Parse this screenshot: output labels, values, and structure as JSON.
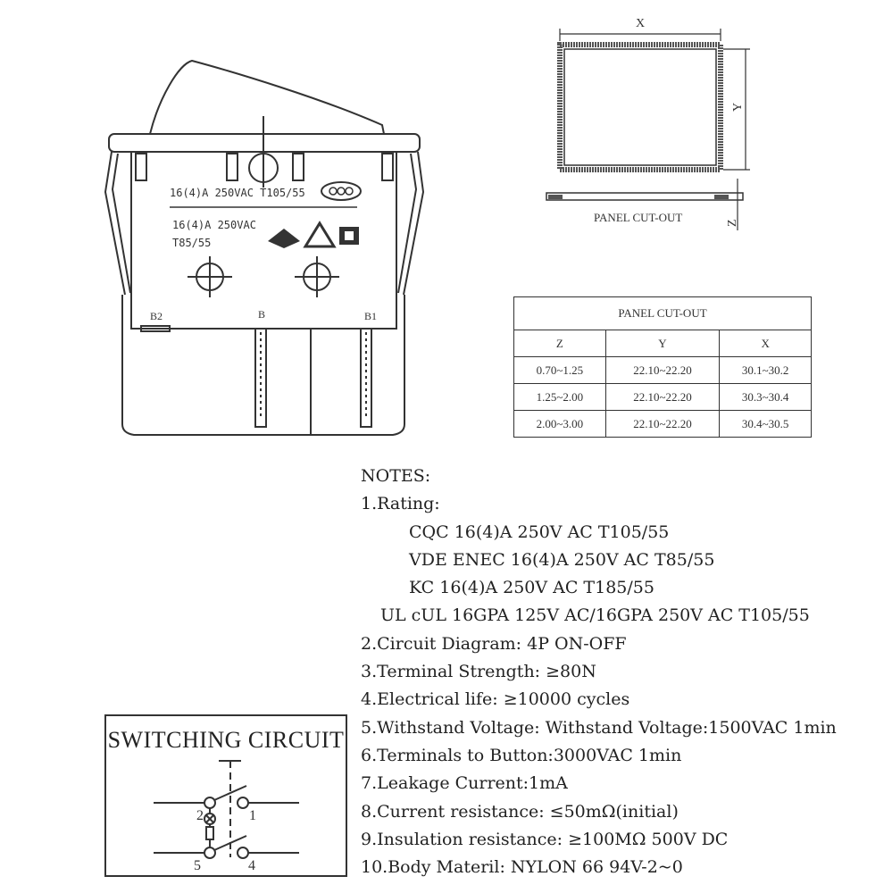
{
  "switch_drawing": {
    "label_rating_1": "16(4)A  250VAC  T105/55",
    "label_rating_2": "16(4)A 250VAC",
    "label_rating_3": "T85/55",
    "terminal_b2": "B2",
    "terminal_b": "B",
    "terminal_b1": "B1"
  },
  "panel_cutout_drawing": {
    "dim_x": "X",
    "dim_y": "Y",
    "dim_z": "Z",
    "caption": "PANEL CUT-OUT"
  },
  "cutout_table": {
    "title": "PANEL CUT-OUT",
    "headers": [
      "Z",
      "Y",
      "X"
    ],
    "rows": [
      [
        "0.70~1.25",
        "22.10~22.20",
        "30.1~30.2"
      ],
      [
        "1.25~2.00",
        "22.10~22.20",
        "30.3~30.4"
      ],
      [
        "2.00~3.00",
        "22.10~22.20",
        "30.4~30.5"
      ]
    ]
  },
  "notes": {
    "heading": "NOTES:",
    "lines": [
      "1.Rating:",
      "CQC  16(4)A 250V AC T105/55",
      "VDE  ENEC 16(4)A 250V AC T85/55",
      "KC  16(4)A 250V AC T185/55",
      "UL cUL  16GPA 125V AC/16GPA 250V AC T105/55",
      "2.Circuit Diagram:   4P  ON-OFF",
      "3.Terminal Strength:  ≥80N",
      "4.Electrical life:  ≥10000 cycles",
      "5.Withstand Voltage:  Withstand Voltage:1500VAC 1min",
      "6.Terminals to Button:3000VAC 1min",
      "7.Leakage Current:1mA",
      "8.Current resistance:  ≤50mΩ(initial)",
      "9.Insulation resistance:  ≥100MΩ  500V DC",
      "10.Body  Materil:  NYLON 66 94V-2~0"
    ]
  },
  "switching_circuit": {
    "title": "SWITCHING CIRCUIT",
    "pins": [
      "2",
      "1",
      "5",
      "4"
    ]
  }
}
